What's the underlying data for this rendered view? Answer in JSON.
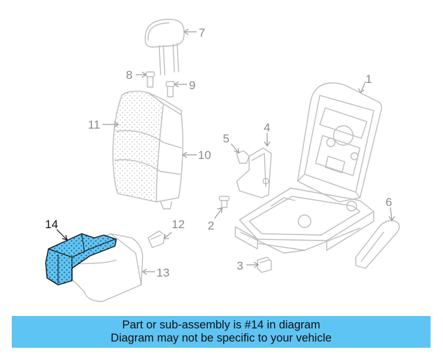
{
  "diagram": {
    "highlight_color": "#5ec4f3",
    "highlighted_part": "14",
    "callouts": [
      {
        "id": "c1",
        "label": "1"
      },
      {
        "id": "c2",
        "label": "2"
      },
      {
        "id": "c3",
        "label": "3"
      },
      {
        "id": "c4",
        "label": "4"
      },
      {
        "id": "c5",
        "label": "5"
      },
      {
        "id": "c6",
        "label": "6"
      },
      {
        "id": "c7",
        "label": "7"
      },
      {
        "id": "c8",
        "label": "8"
      },
      {
        "id": "c9",
        "label": "9"
      },
      {
        "id": "c10",
        "label": "10"
      },
      {
        "id": "c11",
        "label": "11"
      },
      {
        "id": "c12",
        "label": "12"
      },
      {
        "id": "c13",
        "label": "13"
      },
      {
        "id": "c14",
        "label": "14"
      }
    ]
  },
  "banner": {
    "line1": "Part or sub-assembly is #14 in diagram",
    "line2": "Diagram may not be specific to your vehicle",
    "background": "#5ec4f3"
  }
}
